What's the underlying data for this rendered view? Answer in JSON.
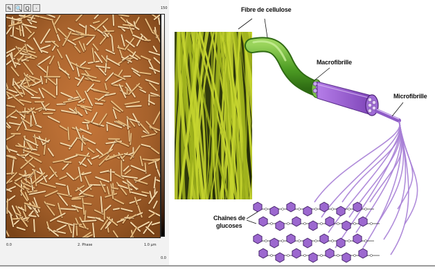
{
  "afm_panel": {
    "toolbar_icons": [
      "pencil-icon",
      "zoom-icon",
      "zoom-out-icon",
      "blank-icon"
    ],
    "toolbar_glyphs": [
      "✎",
      "🔍",
      "Q",
      "·"
    ],
    "scale_top": "150",
    "scale_bottom": "0.0",
    "axis_left": "0.0",
    "axis_mid": "2. Phase",
    "axis_right": "1.0 µm"
  },
  "diagram": {
    "labels": {
      "fibre": "Fibre de cellulose",
      "macrofibrille": "Macrofibrille",
      "microfibrille": "Microfibrille",
      "chaines_line1": "Chaînes de",
      "chaines_line2": "glucoses"
    },
    "colors": {
      "fibre_green": "#5fae2e",
      "macro_purple": "#8a55c5",
      "micro_purple": "#b48ae0",
      "sem_yellow": "#b9c82a",
      "afm_brown": "#a7622c"
    }
  }
}
